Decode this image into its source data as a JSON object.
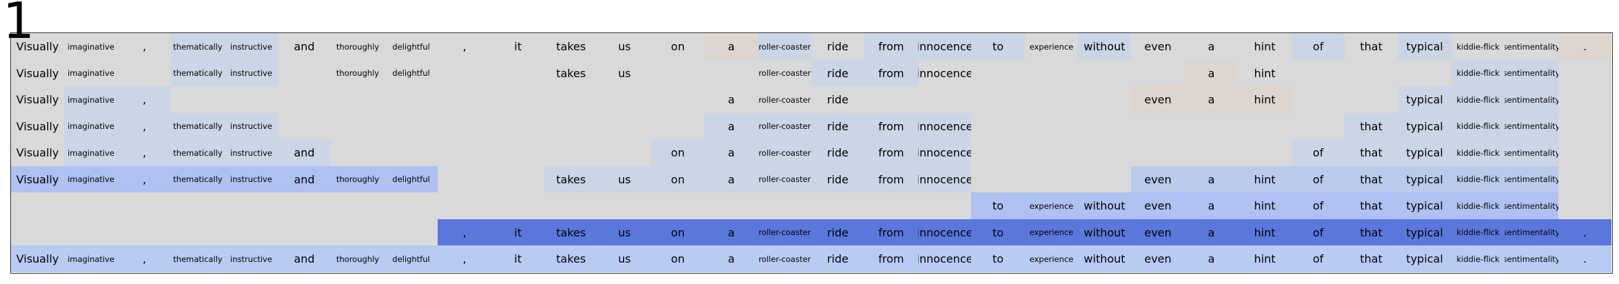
{
  "figure_label": "1",
  "tokens": [
    "Visually",
    "imaginative",
    ",",
    "thematically",
    "instructive",
    "and",
    "thoroughly",
    "delightful",
    ",",
    "it",
    "takes",
    "us",
    "on",
    "a",
    "roller-coaster",
    "ride",
    "from",
    "innocence",
    "to",
    "experience",
    "without",
    "even",
    "a",
    "hint",
    "of",
    "that",
    "typical",
    "kiddie-flick",
    "sentimentality",
    "."
  ],
  "small_tokens": [
    "imaginative",
    "thematically",
    "instructive",
    "thoroughly",
    "delightful",
    "roller-coaster",
    "experience",
    "kiddie-flick",
    "sentimentality"
  ],
  "rows": [
    {
      "text": [
        1,
        1,
        1,
        1,
        1,
        1,
        1,
        1,
        1,
        1,
        1,
        1,
        1,
        1,
        1,
        1,
        1,
        1,
        1,
        1,
        1,
        1,
        1,
        1,
        1,
        1,
        1,
        1,
        1,
        1
      ],
      "color": [
        "#d9d9d9",
        "#d9d9d9",
        "#d9d9d9",
        "#cad5e6",
        "#cad5e6",
        "#d9d9d9",
        "#d9d9d9",
        "#d9d9d9",
        "#d9d9d9",
        "#d9d9d9",
        "#d9d9d9",
        "#d9d9d9",
        "#d9d9d9",
        "#dfd5cf",
        "#cad5e6",
        "#d9d9d9",
        "#cad5e6",
        "#cad5e6",
        "#cad5e6",
        "#d9d9d9",
        "#cad5e6",
        "#d9d9d9",
        "#d9d9d9",
        "#d9d9d9",
        "#cad5e6",
        "#d9d9d9",
        "#cad5e6",
        "#d9d9d9",
        "#d9d9d9",
        "#dfd5cf"
      ]
    },
    {
      "text": [
        1,
        1,
        0,
        1,
        1,
        0,
        1,
        1,
        0,
        0,
        1,
        1,
        0,
        0,
        1,
        1,
        1,
        1,
        0,
        0,
        0,
        0,
        1,
        1,
        0,
        0,
        0,
        1,
        1,
        0
      ],
      "color": [
        "#d9d9d9",
        "#d9d9d9",
        "#d9d9d9",
        "#cad5e6",
        "#cad5e6",
        "#d9d9d9",
        "#d9d9d9",
        "#d9d9d9",
        "#d9d9d9",
        "#d9d9d9",
        "#d9d9d9",
        "#d9d9d9",
        "#d9d9d9",
        "#d9d9d9",
        "#d9d9d9",
        "#cad5e6",
        "#cad5e6",
        "#d9d9d9",
        "#d9d9d9",
        "#d9d9d9",
        "#d9d9d9",
        "#d9d9d9",
        "#dfd5cf",
        "#d9d9d9",
        "#d9d9d9",
        "#d9d9d9",
        "#d9d9d9",
        "#cad5e6",
        "#cad5e6",
        "#d9d9d9"
      ]
    },
    {
      "text": [
        1,
        1,
        1,
        0,
        0,
        0,
        0,
        0,
        0,
        0,
        0,
        0,
        0,
        1,
        1,
        1,
        0,
        0,
        0,
        0,
        0,
        1,
        1,
        1,
        0,
        0,
        1,
        1,
        1,
        0
      ],
      "color": [
        "#d9d9d9",
        "#cad5e6",
        "#cad5e6",
        "#d9d9d9",
        "#d9d9d9",
        "#d9d9d9",
        "#d9d9d9",
        "#d9d9d9",
        "#d9d9d9",
        "#d9d9d9",
        "#d9d9d9",
        "#d9d9d9",
        "#d9d9d9",
        "#d9d9d9",
        "#d9d9d9",
        "#d9d9d9",
        "#d9d9d9",
        "#d9d9d9",
        "#d9d9d9",
        "#d9d9d9",
        "#d9d9d9",
        "#dfd5cf",
        "#dfd5cf",
        "#dfd5cf",
        "#d9d9d9",
        "#d9d9d9",
        "#cad5e6",
        "#cad5e6",
        "#cad5e6",
        "#d9d9d9"
      ]
    },
    {
      "text": [
        1,
        1,
        1,
        1,
        1,
        0,
        0,
        0,
        0,
        0,
        0,
        0,
        0,
        1,
        1,
        1,
        1,
        1,
        0,
        0,
        0,
        0,
        0,
        0,
        0,
        1,
        1,
        1,
        1,
        0
      ],
      "color": [
        "#d9d9d9",
        "#cad5e6",
        "#cad5e6",
        "#cad5e6",
        "#cad5e6",
        "#d9d9d9",
        "#d9d9d9",
        "#d9d9d9",
        "#d9d9d9",
        "#d9d9d9",
        "#d9d9d9",
        "#d9d9d9",
        "#d9d9d9",
        "#cad5e6",
        "#cad5e6",
        "#cad5e6",
        "#cad5e6",
        "#cad5e6",
        "#d9d9d9",
        "#d9d9d9",
        "#d9d9d9",
        "#d9d9d9",
        "#d9d9d9",
        "#d9d9d9",
        "#d9d9d9",
        "#cad5e6",
        "#cad5e6",
        "#cad5e6",
        "#cad5e6",
        "#d9d9d9"
      ]
    },
    {
      "text": [
        1,
        1,
        1,
        1,
        1,
        1,
        0,
        0,
        0,
        0,
        0,
        0,
        1,
        1,
        1,
        1,
        1,
        1,
        0,
        0,
        0,
        0,
        0,
        0,
        1,
        1,
        1,
        1,
        1,
        0
      ],
      "color": [
        "#d9d9d9",
        "#cad5e6",
        "#cad5e6",
        "#cad5e6",
        "#cad5e6",
        "#cad5e6",
        "#d9d9d9",
        "#d9d9d9",
        "#d9d9d9",
        "#d9d9d9",
        "#d9d9d9",
        "#d9d9d9",
        "#cad5e6",
        "#cad5e6",
        "#cad5e6",
        "#cad5e6",
        "#cad5e6",
        "#cad5e6",
        "#d9d9d9",
        "#d9d9d9",
        "#d9d9d9",
        "#d9d9d9",
        "#d9d9d9",
        "#d9d9d9",
        "#cad5e6",
        "#cad5e6",
        "#cad5e6",
        "#cad5e6",
        "#cad5e6",
        "#d9d9d9"
      ]
    },
    {
      "text": [
        1,
        1,
        1,
        1,
        1,
        1,
        1,
        1,
        0,
        0,
        1,
        1,
        1,
        1,
        1,
        1,
        1,
        1,
        0,
        0,
        0,
        1,
        1,
        1,
        1,
        1,
        1,
        1,
        1,
        0
      ],
      "color": [
        "#aec1f0",
        "#aec1f0",
        "#aec1f0",
        "#aec1f0",
        "#aec1f0",
        "#aec1f0",
        "#aec1f0",
        "#aec1f0",
        "#d9d9d9",
        "#d9d9d9",
        "#cad5e6",
        "#cad5e6",
        "#cad5e6",
        "#cad5e6",
        "#cad5e6",
        "#cad5e6",
        "#cad5e6",
        "#cad5e6",
        "#d9d9d9",
        "#d9d9d9",
        "#d9d9d9",
        "#b9caec",
        "#b9caec",
        "#b9caec",
        "#b9caec",
        "#b9caec",
        "#b9caec",
        "#b9caec",
        "#b9caec",
        "#d9d9d9"
      ]
    },
    {
      "text": [
        0,
        0,
        0,
        0,
        0,
        0,
        0,
        0,
        0,
        0,
        0,
        0,
        0,
        0,
        0,
        0,
        0,
        0,
        1,
        1,
        1,
        1,
        1,
        1,
        1,
        1,
        1,
        1,
        1,
        0
      ],
      "color": [
        "#d9d9d9",
        "#d9d9d9",
        "#d9d9d9",
        "#d9d9d9",
        "#d9d9d9",
        "#d9d9d9",
        "#d9d9d9",
        "#d9d9d9",
        "#d9d9d9",
        "#d9d9d9",
        "#d9d9d9",
        "#d9d9d9",
        "#d9d9d9",
        "#d9d9d9",
        "#d9d9d9",
        "#d9d9d9",
        "#d9d9d9",
        "#d9d9d9",
        "#aec1f0",
        "#aec1f0",
        "#aec1f0",
        "#aec1f0",
        "#aec1f0",
        "#aec1f0",
        "#aec1f0",
        "#aec1f0",
        "#aec1f0",
        "#aec1f0",
        "#aec1f0",
        "#d9d9d9"
      ]
    },
    {
      "text": [
        0,
        0,
        0,
        0,
        0,
        0,
        0,
        0,
        1,
        1,
        1,
        1,
        1,
        1,
        1,
        1,
        1,
        1,
        1,
        1,
        1,
        1,
        1,
        1,
        1,
        1,
        1,
        1,
        1,
        1
      ],
      "color": [
        "#d9d9d9",
        "#d9d9d9",
        "#d9d9d9",
        "#d9d9d9",
        "#d9d9d9",
        "#d9d9d9",
        "#d9d9d9",
        "#d9d9d9",
        "#5a78dc",
        "#5a78dc",
        "#5a78dc",
        "#5a78dc",
        "#5a78dc",
        "#5a78dc",
        "#5a78dc",
        "#5a78dc",
        "#5a78dc",
        "#5a78dc",
        "#5a78dc",
        "#5a78dc",
        "#5a78dc",
        "#5a78dc",
        "#5a78dc",
        "#5a78dc",
        "#5a78dc",
        "#5a78dc",
        "#5a78dc",
        "#5a78dc",
        "#5a78dc",
        "#5a78dc"
      ]
    },
    {
      "text": [
        1,
        1,
        1,
        1,
        1,
        1,
        1,
        1,
        1,
        1,
        1,
        1,
        1,
        1,
        1,
        1,
        1,
        1,
        1,
        1,
        1,
        1,
        1,
        1,
        1,
        1,
        1,
        1,
        1,
        1
      ],
      "color": [
        "#b8cbf3",
        "#b8cbf3",
        "#b8cbf3",
        "#b8cbf3",
        "#b8cbf3",
        "#b8cbf3",
        "#b8cbf3",
        "#b8cbf3",
        "#b8cbf3",
        "#b8cbf3",
        "#b8cbf3",
        "#b8cbf3",
        "#b8cbf3",
        "#b8cbf3",
        "#b8cbf3",
        "#b8cbf3",
        "#b8cbf3",
        "#b8cbf3",
        "#b8cbf3",
        "#b8cbf3",
        "#b8cbf3",
        "#b8cbf3",
        "#b8cbf3",
        "#b8cbf3",
        "#b8cbf3",
        "#b8cbf3",
        "#b8cbf3",
        "#b8cbf3",
        "#b8cbf3",
        "#b8cbf3"
      ]
    }
  ]
}
